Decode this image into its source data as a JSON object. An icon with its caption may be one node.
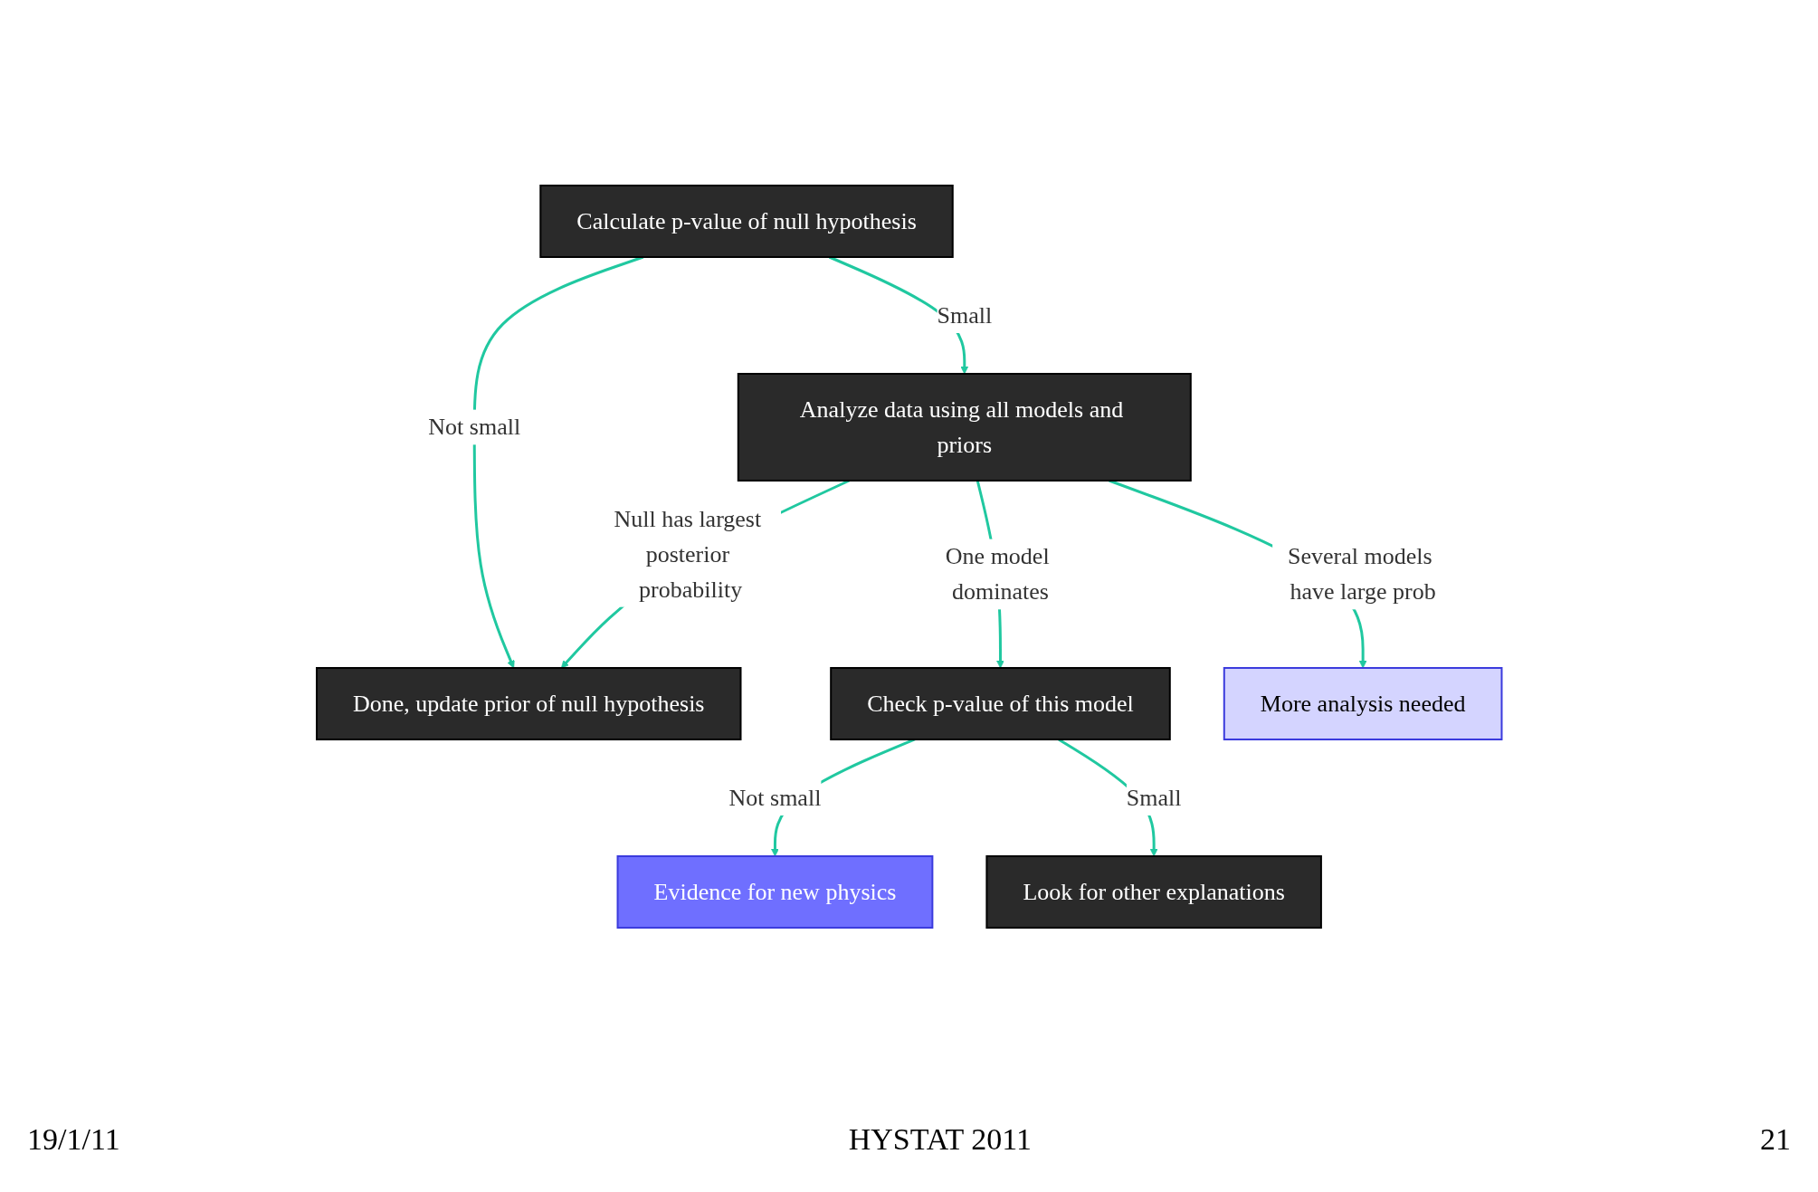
{
  "diagram": {
    "nodes": [
      {
        "text": [
          "Calculate p-value of null hypothesis"
        ]
      },
      {
        "text": [
          "Done, update prior of null hypothesis"
        ]
      },
      {
        "text": [
          "Analyze data using all models and priors"
        ]
      },
      {
        "text": [
          "Check p-value of this model"
        ]
      },
      {
        "text": [
          "More analysis needed"
        ]
      },
      {
        "text": [
          "Evidence for new physics"
        ]
      },
      {
        "text": [
          "Look for other explanations"
        ]
      }
    ],
    "edges": [
      {
        "from": 0,
        "to": 1,
        "arrow": "to",
        "label": "Not small"
      },
      {
        "from": 0,
        "to": 2,
        "arrow": "to",
        "label": "Small"
      },
      {
        "from": 2,
        "to": 1,
        "arrow": "to",
        "label": "Null has largest posterior probability"
      },
      {
        "from": 2,
        "to": 3,
        "arrow": "to",
        "label": "One model dominates"
      },
      {
        "from": 2,
        "to": 4,
        "arrow": "to",
        "label": "Several models have large prob"
      },
      {
        "from": 3,
        "to": 5,
        "arrow": "to",
        "label": "Not small"
      },
      {
        "from": 3,
        "to": 6,
        "arrow": "to",
        "label": "Small"
      }
    ],
    "labels": [
      "19/1/11",
      "HYSTAT 2011",
      "21"
    ]
  }
}
